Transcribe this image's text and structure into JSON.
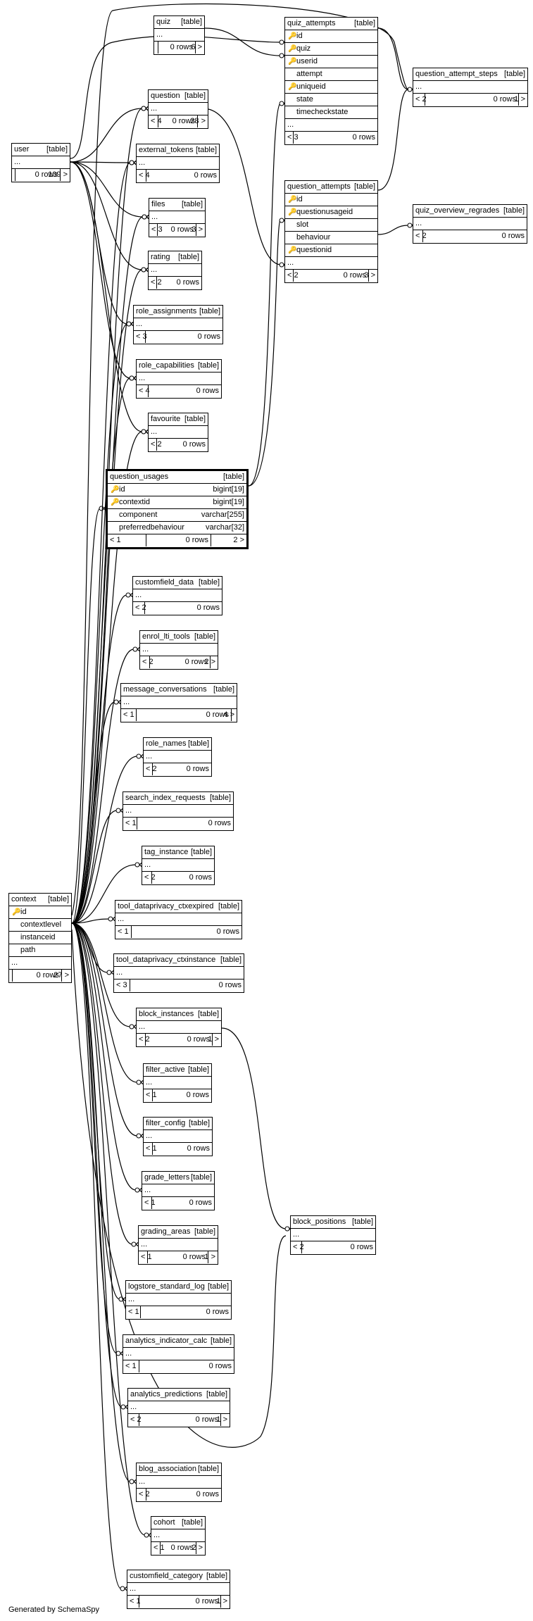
{
  "tag": "[table]",
  "ellipsis": "...",
  "tables": [
    {
      "id": "quiz",
      "name": "quiz",
      "cols": [],
      "ell": true,
      "footer": {
        "parents": "",
        "rows": "0 rows",
        "children": "6 >"
      }
    },
    {
      "id": "quiz_attempts",
      "name": "quiz_attempts",
      "cols": [
        {
          "name": "id",
          "key": "pk"
        },
        {
          "name": "quiz",
          "key": "fk"
        },
        {
          "name": "userid",
          "key": "fk"
        },
        {
          "name": "attempt",
          "key": ""
        },
        {
          "name": "uniqueid",
          "key": "fk"
        },
        {
          "name": "state",
          "key": ""
        },
        {
          "name": "timecheckstate",
          "key": ""
        }
      ],
      "ell": true,
      "footer": {
        "parents": "< 3",
        "rows": "0 rows",
        "children": ""
      }
    },
    {
      "id": "question_attempt_steps",
      "name": "question_attempt_steps",
      "cols": [],
      "ell": true,
      "footer": {
        "parents": "< 2",
        "rows": "0 rows",
        "children": "1 >"
      }
    },
    {
      "id": "question",
      "name": "question",
      "cols": [],
      "ell": true,
      "footer": {
        "parents": "< 4",
        "rows": "0 rows",
        "children": "28 >"
      }
    },
    {
      "id": "user",
      "name": "user",
      "cols": [],
      "ell": true,
      "footer": {
        "parents": "",
        "rows": "0 rows",
        "children": "109 >"
      }
    },
    {
      "id": "external_tokens",
      "name": "external_tokens",
      "cols": [],
      "ell": true,
      "footer": {
        "parents": "< 4",
        "rows": "0 rows",
        "children": ""
      }
    },
    {
      "id": "question_attempts",
      "name": "question_attempts",
      "cols": [
        {
          "name": "id",
          "key": "pk"
        },
        {
          "name": "questionusageid",
          "key": "fk"
        },
        {
          "name": "slot",
          "key": ""
        },
        {
          "name": "behaviour",
          "key": ""
        },
        {
          "name": "questionid",
          "key": "fk"
        }
      ],
      "ell": true,
      "footer": {
        "parents": "< 2",
        "rows": "0 rows",
        "children": "3 >"
      }
    },
    {
      "id": "quiz_overview_regrades",
      "name": "quiz_overview_regrades",
      "cols": [],
      "ell": true,
      "footer": {
        "parents": "< 2",
        "rows": "0 rows",
        "children": ""
      }
    },
    {
      "id": "files",
      "name": "files",
      "cols": [],
      "ell": true,
      "footer": {
        "parents": "< 3",
        "rows": "0 rows",
        "children": "3 >"
      }
    },
    {
      "id": "rating",
      "name": "rating",
      "cols": [],
      "ell": true,
      "footer": {
        "parents": "< 2",
        "rows": "0 rows",
        "children": ""
      }
    },
    {
      "id": "role_assignments",
      "name": "role_assignments",
      "cols": [],
      "ell": true,
      "footer": {
        "parents": "< 3",
        "rows": "0 rows",
        "children": ""
      }
    },
    {
      "id": "role_capabilities",
      "name": "role_capabilities",
      "cols": [],
      "ell": true,
      "footer": {
        "parents": "< 4",
        "rows": "0 rows",
        "children": ""
      }
    },
    {
      "id": "favourite",
      "name": "favourite",
      "cols": [],
      "ell": true,
      "footer": {
        "parents": "< 2",
        "rows": "0 rows",
        "children": ""
      }
    },
    {
      "id": "question_usages",
      "name": "question_usages",
      "main": true,
      "cols": [
        {
          "name": "id",
          "key": "pk",
          "type": "bigint[19]"
        },
        {
          "name": "contextid",
          "key": "fk",
          "type": "bigint[19]"
        },
        {
          "name": "component",
          "key": "",
          "type": "varchar[255]"
        },
        {
          "name": "preferredbehaviour",
          "key": "",
          "type": "varchar[32]"
        }
      ],
      "ell": false,
      "footer": {
        "parents": "< 1",
        "rows": "0 rows",
        "children": "2 >"
      }
    },
    {
      "id": "customfield_data",
      "name": "customfield_data",
      "cols": [],
      "ell": true,
      "footer": {
        "parents": "< 2",
        "rows": "0 rows",
        "children": ""
      }
    },
    {
      "id": "enrol_lti_tools",
      "name": "enrol_lti_tools",
      "cols": [],
      "ell": true,
      "footer": {
        "parents": "< 2",
        "rows": "0 rows",
        "children": "2 >"
      }
    },
    {
      "id": "message_conversations",
      "name": "message_conversations",
      "cols": [],
      "ell": true,
      "footer": {
        "parents": "< 1",
        "rows": "0 rows",
        "children": "4 >"
      }
    },
    {
      "id": "role_names",
      "name": "role_names",
      "cols": [],
      "ell": true,
      "footer": {
        "parents": "< 2",
        "rows": "0 rows",
        "children": ""
      }
    },
    {
      "id": "search_index_requests",
      "name": "search_index_requests",
      "cols": [],
      "ell": true,
      "footer": {
        "parents": "< 1",
        "rows": "0 rows",
        "children": ""
      }
    },
    {
      "id": "tag_instance",
      "name": "tag_instance",
      "cols": [],
      "ell": true,
      "footer": {
        "parents": "< 2",
        "rows": "0 rows",
        "children": ""
      }
    },
    {
      "id": "context",
      "name": "context",
      "cols": [
        {
          "name": "id",
          "key": "pk"
        },
        {
          "name": "contextlevel",
          "key": ""
        },
        {
          "name": "instanceid",
          "key": ""
        },
        {
          "name": "path",
          "key": ""
        }
      ],
      "ell": true,
      "footer": {
        "parents": "",
        "rows": "0 rows",
        "children": "27 >"
      }
    },
    {
      "id": "tool_dataprivacy_ctxexpired",
      "name": "tool_dataprivacy_ctxexpired",
      "cols": [],
      "ell": true,
      "footer": {
        "parents": "< 1",
        "rows": "0 rows",
        "children": ""
      }
    },
    {
      "id": "tool_dataprivacy_ctxinstance",
      "name": "tool_dataprivacy_ctxinstance",
      "cols": [],
      "ell": true,
      "footer": {
        "parents": "< 3",
        "rows": "0 rows",
        "children": ""
      }
    },
    {
      "id": "block_instances",
      "name": "block_instances",
      "cols": [],
      "ell": true,
      "footer": {
        "parents": "< 2",
        "rows": "0 rows",
        "children": "1 >"
      }
    },
    {
      "id": "filter_active",
      "name": "filter_active",
      "cols": [],
      "ell": true,
      "footer": {
        "parents": "< 1",
        "rows": "0 rows",
        "children": ""
      }
    },
    {
      "id": "filter_config",
      "name": "filter_config",
      "cols": [],
      "ell": true,
      "footer": {
        "parents": "< 1",
        "rows": "0 rows",
        "children": ""
      }
    },
    {
      "id": "grade_letters",
      "name": "grade_letters",
      "cols": [],
      "ell": true,
      "footer": {
        "parents": "< 1",
        "rows": "0 rows",
        "children": ""
      }
    },
    {
      "id": "block_positions",
      "name": "block_positions",
      "cols": [],
      "ell": true,
      "footer": {
        "parents": "< 2",
        "rows": "0 rows",
        "children": ""
      }
    },
    {
      "id": "grading_areas",
      "name": "grading_areas",
      "cols": [],
      "ell": true,
      "footer": {
        "parents": "< 1",
        "rows": "0 rows",
        "children": "1 >"
      }
    },
    {
      "id": "logstore_standard_log",
      "name": "logstore_standard_log",
      "cols": [],
      "ell": true,
      "footer": {
        "parents": "< 1",
        "rows": "0 rows",
        "children": ""
      }
    },
    {
      "id": "analytics_indicator_calc",
      "name": "analytics_indicator_calc",
      "cols": [],
      "ell": true,
      "footer": {
        "parents": "< 1",
        "rows": "0 rows",
        "children": ""
      }
    },
    {
      "id": "analytics_predictions",
      "name": "analytics_predictions",
      "cols": [],
      "ell": true,
      "footer": {
        "parents": "< 2",
        "rows": "0 rows",
        "children": "1 >"
      }
    },
    {
      "id": "blog_association",
      "name": "blog_association",
      "cols": [],
      "ell": true,
      "footer": {
        "parents": "< 2",
        "rows": "0 rows",
        "children": ""
      }
    },
    {
      "id": "cohort",
      "name": "cohort",
      "cols": [],
      "ell": true,
      "footer": {
        "parents": "< 1",
        "rows": "0 rows",
        "children": "2 >"
      }
    },
    {
      "id": "customfield_category",
      "name": "customfield_category",
      "cols": [],
      "ell": true,
      "footer": {
        "parents": "< 1",
        "rows": "0 rows",
        "children": "1 >"
      }
    }
  ],
  "generated_by": "Generated by SchemaSpy"
}
